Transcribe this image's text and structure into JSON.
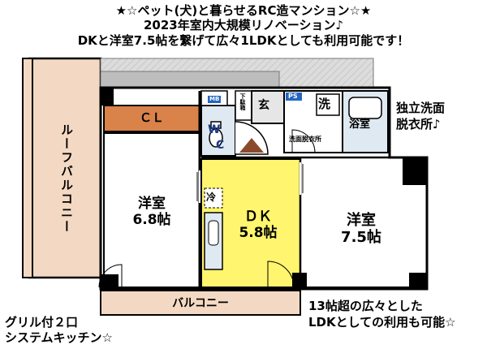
{
  "headline": {
    "line1": "★☆ペット(犬)と暮らせるRC造マンション☆★",
    "line2": "2023年室内大規模リノベーション♪",
    "line3": "DKと洋室7.5帖を繋げて広々1LDKとしても利用可能です！"
  },
  "rooms": {
    "roof_balcony": "ルーフバルコニー",
    "closet": "ＣＬ",
    "western1_name": "洋室",
    "western1_size": "6.8帖",
    "wc_w": "W",
    "wc_c": "C",
    "mb": "MB",
    "storage": "下駄箱",
    "entrance": "玄",
    "ps": "PS",
    "washer": "洗",
    "washroom": "洗面脱衣所",
    "bath": "浴室",
    "fridge": "冷",
    "dk_name": "ＤＫ",
    "dk_size": "5.8帖",
    "western2_name": "洋室",
    "western2_size": "7.5帖",
    "balcony": "バルコニー"
  },
  "notes": {
    "washroom_line1": "独立洗面",
    "washroom_line2": "脱衣所♪",
    "kitchen_line1": "グリル付２口",
    "kitchen_line2": "システムキッチン☆",
    "ldk_line1": "13帖超の広々とした",
    "ldk_line2": "LDKとしての利用も可能☆"
  },
  "colors": {
    "closet": "#d9824a",
    "dk": "#fff56e",
    "room": "#ffffff",
    "balcony": "#f3d9c3",
    "wet": "#dfe9f2",
    "tag_blue": "#2565c2",
    "wall": "#000000"
  }
}
